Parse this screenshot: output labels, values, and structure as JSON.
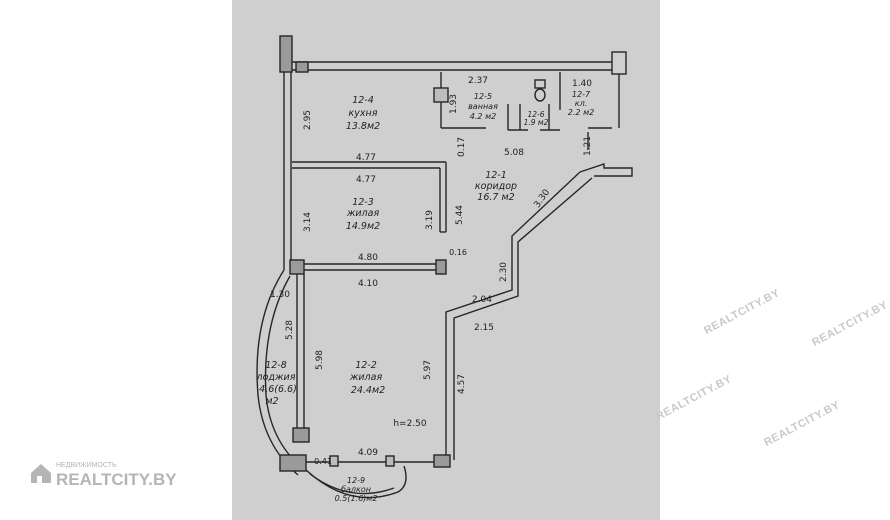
{
  "rooms": {
    "kitchen": {
      "num": "12-4",
      "name": "кухня",
      "area": "13.8м2"
    },
    "bath": {
      "num": "12-5",
      "name": "ванная",
      "area": "4.2 м2"
    },
    "wc": {
      "num": "12-6",
      "area": "1.9 м2"
    },
    "pantry": {
      "num": "12-7",
      "name": "кл.",
      "area": "2.2 м2"
    },
    "corridor": {
      "num": "12-1",
      "name": "коридор",
      "area": "16.7 м2"
    },
    "living3": {
      "num": "12-3",
      "name": "жилая",
      "area": "14.9м2"
    },
    "living2": {
      "num": "12-2",
      "name": "жилая",
      "area": "24.4м2"
    },
    "loggia": {
      "num": "12-8",
      "name": "лоджия",
      "area": "4.6(6.6)",
      "unit": "м2"
    },
    "balcony": {
      "num": "12-9",
      "name": "балкон",
      "area": "0.5(1.6)м2"
    }
  },
  "dims": {
    "d237": "2.37",
    "d140": "1.40",
    "d193": "1.93",
    "d295": "2.95",
    "d017": "0.17",
    "d508": "5.08",
    "d121": "1.21",
    "d477a": "4.77",
    "d477b": "4.77",
    "d330": "3.30",
    "d314": "3.14",
    "d319": "3.19",
    "d544": "5.44",
    "d480": "4.80",
    "d016": "0.16",
    "d230": "2.30",
    "d130": "1.30",
    "d410": "4.10",
    "d204": "2.04",
    "d528": "5.28",
    "d215": "2.15",
    "d598": "5.98",
    "d597": "5.97",
    "d457": "4.57",
    "h": "h=2.50",
    "d409": "4.09",
    "d041": "0.41"
  },
  "watermarks": [
    "REALTCITY.BY",
    "REALTCITY.BY",
    "REALTCITY.BY",
    "REALTCITY.BY"
  ],
  "brand": {
    "small": "НЕДВИЖИМОСТЬ",
    "big": "REALTCITY.BY"
  }
}
